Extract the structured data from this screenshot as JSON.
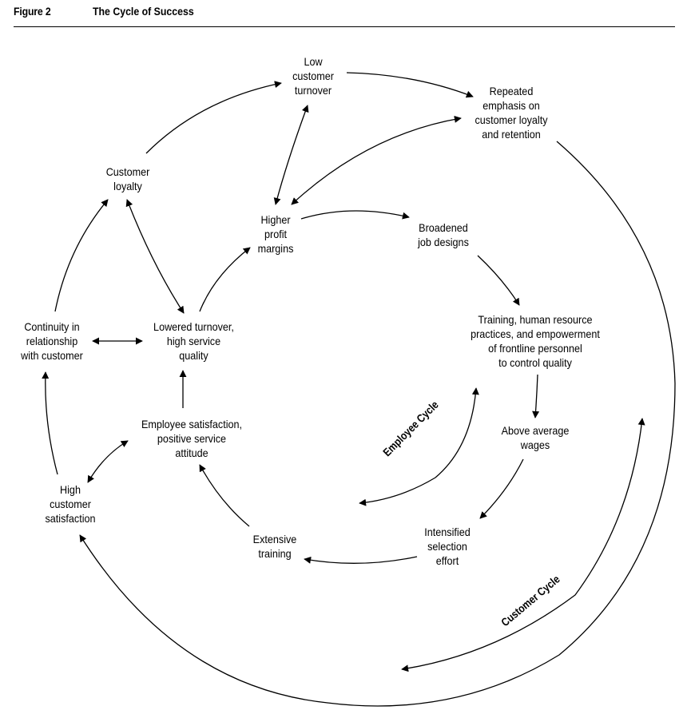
{
  "header": {
    "figure_label": "Figure 2",
    "title": "The Cycle of Success"
  },
  "nodes": {
    "low_customer_turnover": [
      "Low",
      "customer",
      "turnover"
    ],
    "repeated_emphasis": [
      "Repeated",
      "emphasis on",
      "customer loyalty",
      "and retention"
    ],
    "customer_loyalty": [
      "Customer",
      "loyalty"
    ],
    "higher_profit_margins": [
      "Higher",
      "profit",
      "margins"
    ],
    "broadened_job_designs": [
      "Broadened",
      "job designs"
    ],
    "continuity": [
      "Continuity in",
      "relationship",
      "with customer"
    ],
    "lowered_turnover": [
      "Lowered turnover,",
      "high service",
      "quality"
    ],
    "training_hr": [
      "Training, human resource",
      "practices, and empowerment",
      "of frontline personnel",
      "to control quality"
    ],
    "employee_satisfaction": [
      "Employee satisfaction,",
      "positive service",
      "attitude"
    ],
    "above_average_wages": [
      "Above average",
      "wages"
    ],
    "high_customer_satisfaction": [
      "High",
      "customer",
      "satisfaction"
    ],
    "intensified_selection": [
      "Intensified",
      "selection",
      "effort"
    ],
    "extensive_training": [
      "Extensive",
      "training"
    ]
  },
  "cycle_labels": {
    "employee": "Employee Cycle",
    "customer": "Customer Cycle"
  }
}
